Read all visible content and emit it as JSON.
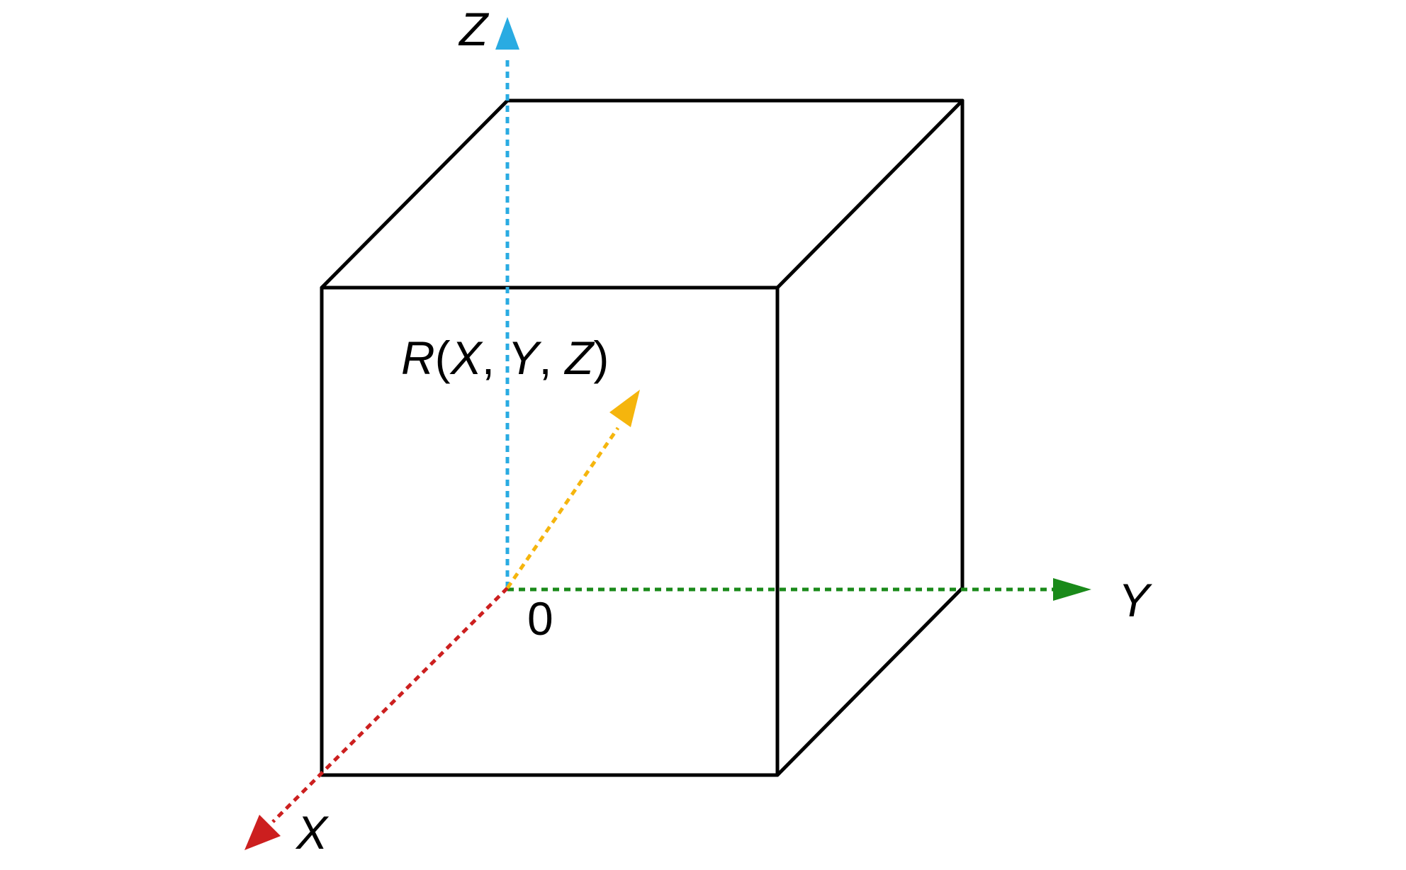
{
  "labels": {
    "z_axis": "Z",
    "y_axis": "Y",
    "x_axis": "X",
    "origin": "0",
    "point": {
      "r": "R",
      "open": "(",
      "x": "X",
      "sep1": ", ",
      "y": "Y",
      "sep2": ", ",
      "z": "Z",
      "close": ")"
    }
  },
  "colors": {
    "cube_edges": "#000000",
    "z_axis": "#29abe2",
    "y_axis": "#1a8a1a",
    "x_axis": "#cc1f1f",
    "r_vector": "#f5b50d"
  }
}
